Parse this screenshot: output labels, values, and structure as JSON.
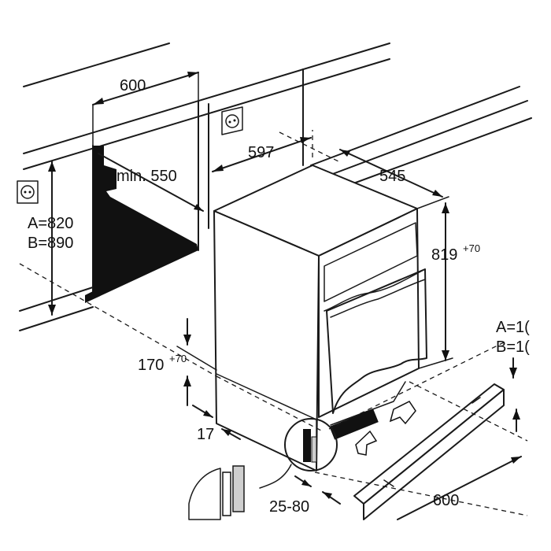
{
  "dimensions": {
    "niche_width": "600",
    "appliance_width": "597",
    "min_depth": "min. 550",
    "appliance_depth": "545",
    "niche_height_a": "A=820",
    "niche_height_b": "B=890",
    "appliance_height": "819",
    "appliance_height_sup": "+70",
    "plinth_height": "170",
    "plinth_height_sup": "+70",
    "plinth_offset": "17",
    "plinth_gap": "25-80",
    "plinth_panel_width": "600",
    "plinth_a_partial": "A=1(",
    "plinth_b_partial": "B=1("
  }
}
